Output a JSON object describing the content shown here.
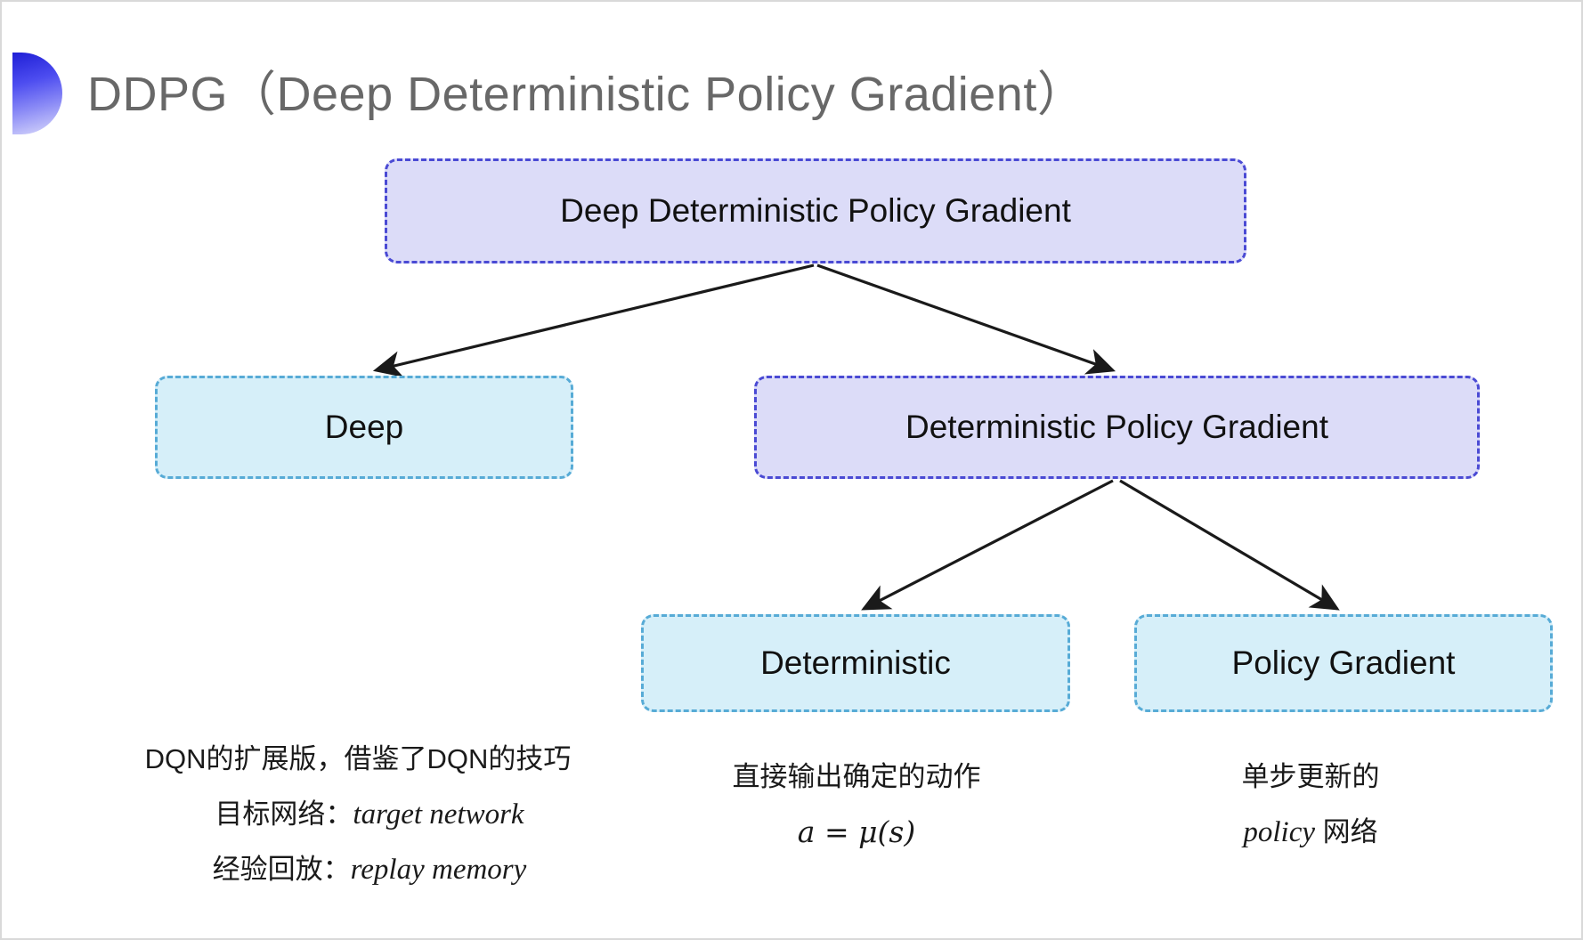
{
  "slide": {
    "title": "DDPG（Deep Deterministic Policy Gradient）",
    "background_color": "#ffffff",
    "frame_color": "#d9d9d9",
    "accent_color": "#3f3fe0"
  },
  "colors": {
    "purple_fill": "#dcdcf8",
    "purple_border": "#4a4ad4",
    "blue_fill": "#d6eff9",
    "blue_border": "#57abd6",
    "arrow_color": "#1a1a1a",
    "title_color": "#686868"
  },
  "diagram": {
    "type": "tree",
    "nodes": [
      {
        "id": "root",
        "label": "Deep Deterministic Policy Gradient",
        "style": "purple",
        "level": 0
      },
      {
        "id": "deep",
        "label": "Deep",
        "style": "blue",
        "level": 1
      },
      {
        "id": "dpg",
        "label": "Deterministic Policy Gradient",
        "style": "purple",
        "level": 1
      },
      {
        "id": "deterministic",
        "label": "Deterministic",
        "style": "blue",
        "level": 2
      },
      {
        "id": "policygrad",
        "label": "Policy Gradient",
        "style": "blue",
        "level": 2
      }
    ],
    "edges": [
      {
        "from": "root",
        "to": "deep"
      },
      {
        "from": "root",
        "to": "dpg"
      },
      {
        "from": "dpg",
        "to": "deterministic"
      },
      {
        "from": "dpg",
        "to": "policygrad"
      }
    ]
  },
  "captions": {
    "deep": {
      "line1": "DQN的扩展版，借鉴了DQN的技巧",
      "line2_label": "目标网络：",
      "line2_term": "target network",
      "line3_label": "经验回放：",
      "line3_term": "replay memory"
    },
    "deterministic": {
      "line1": "直接输出确定的动作",
      "formula": "a = μ(s)"
    },
    "policy_gradient": {
      "line1": "单步更新的",
      "line2_term": "policy",
      "line2_suffix": " 网络"
    }
  }
}
